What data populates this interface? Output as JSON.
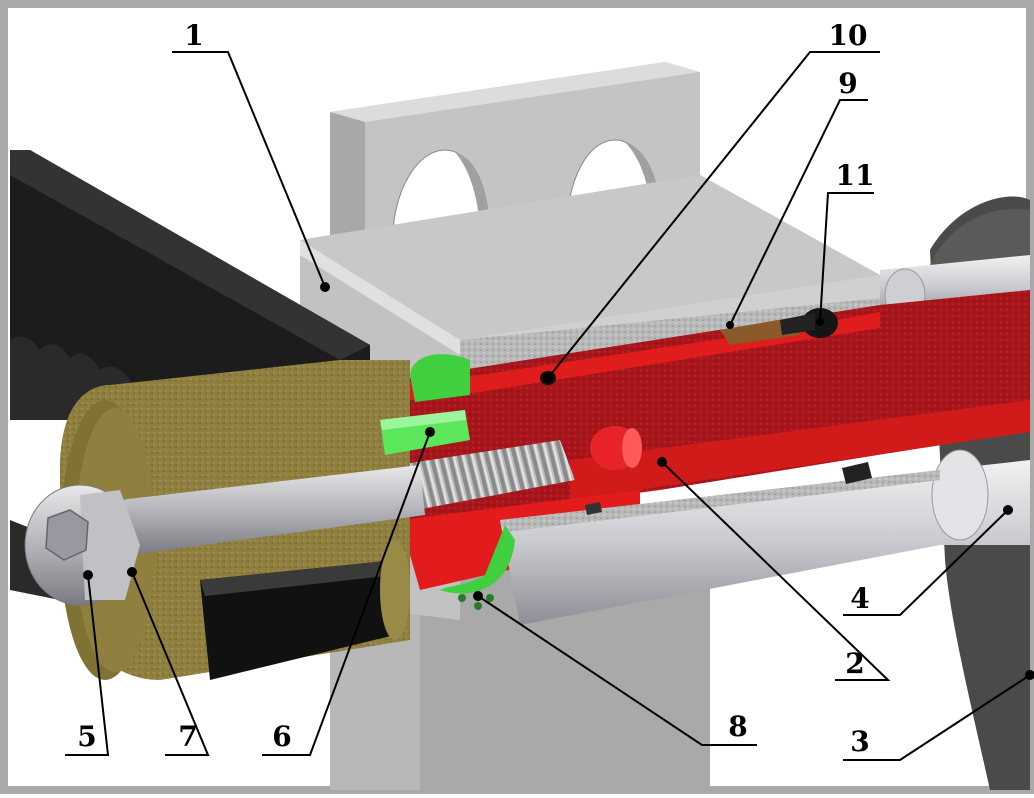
{
  "diagram": {
    "callouts": [
      {
        "label": "1"
      },
      {
        "label": "10"
      },
      {
        "label": "9"
      },
      {
        "label": "11"
      },
      {
        "label": "4"
      },
      {
        "label": "2"
      },
      {
        "label": "3"
      },
      {
        "label": "8"
      },
      {
        "label": "6"
      },
      {
        "label": "7"
      },
      {
        "label": "5"
      }
    ]
  },
  "colors": {
    "frame": "#a9a9a9",
    "housing": "#c6c6c6",
    "red_nut": "#c0141b",
    "red_bright": "#ee1b1b",
    "green_clip": "#3fd13f",
    "olive_pulley": "#8a7a3a",
    "belt": "#1a1a1a",
    "shaft": "#d4d4d8"
  }
}
